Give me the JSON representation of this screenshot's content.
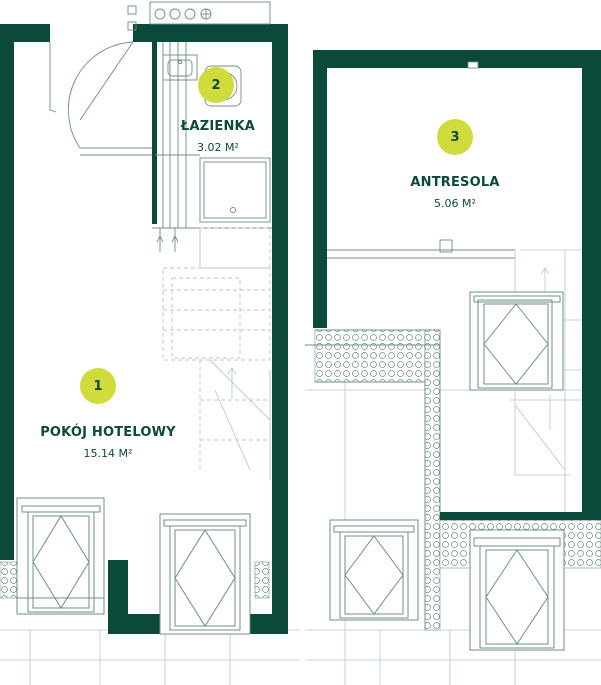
{
  "colors": {
    "wall": "#0b4a3a",
    "line": "#6f8f85",
    "light_line": "#b9c9c3",
    "badge": "#cfdc3c",
    "badge_text": "#0b4a3a",
    "text": "#0b4a3a"
  },
  "rooms": [
    {
      "number": "1",
      "name": "POKÓJ HOTELOWY",
      "area": "15.14 M²"
    },
    {
      "number": "2",
      "name": "ŁAZIENKA",
      "area": "3.02 M²"
    },
    {
      "number": "3",
      "name": "ANTRESOLA",
      "area": "5.06 M²"
    }
  ]
}
